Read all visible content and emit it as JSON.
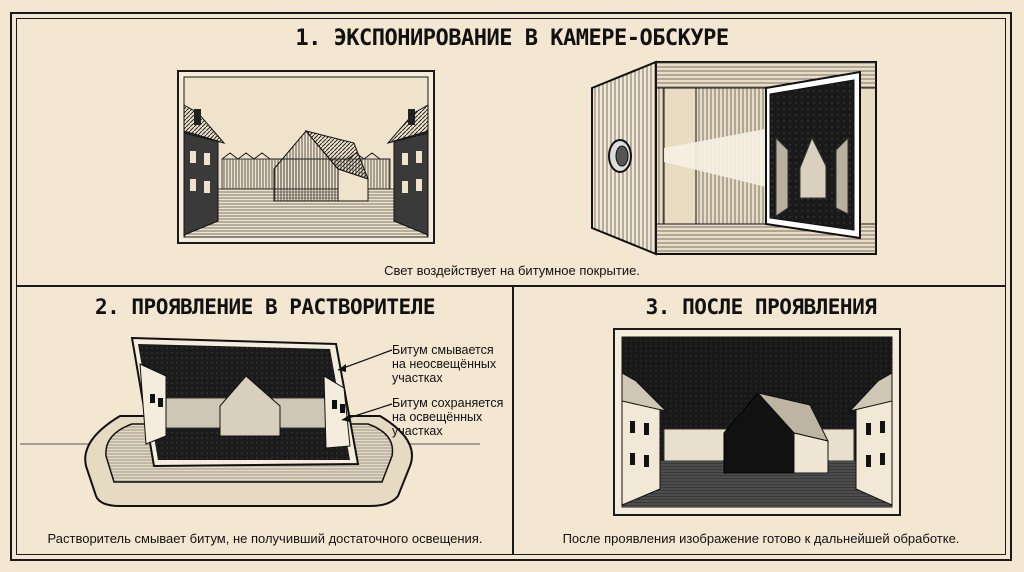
{
  "panels": [
    {
      "title": "1. ЭКСПОНИРОВАНИЕ В КАМЕРЕ-ОБСКУРЕ",
      "caption": "Свет воздействует на битумное покрытие."
    },
    {
      "title": "2. ПРОЯВЛЕНИЕ В РАСТВОРИТЕЛЕ",
      "caption": "Растворитель смывает битум, не получивший достаточного освещения.",
      "annotations": [
        {
          "lines": [
            "Битум смывается",
            "на неосвещённых",
            "участках"
          ]
        },
        {
          "lines": [
            "Битум сохраняется",
            "на освещённых",
            "участках"
          ]
        }
      ]
    },
    {
      "title": "3. ПОСЛЕ ПРОЯВЛЕНИЯ",
      "caption": "После проявления изображение готово к дальнейшей обработке."
    }
  ],
  "colors": {
    "paper": "#f3e7d2",
    "ink": "#1a1a1a",
    "dark_plate": "#161616"
  },
  "icons": [
    "street-scene",
    "camera-obscura-box",
    "lens",
    "developer-tray",
    "developed-plate"
  ]
}
